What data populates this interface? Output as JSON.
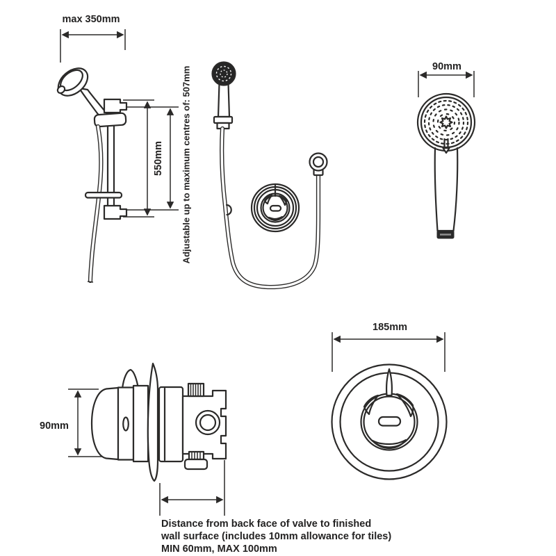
{
  "labels": {
    "rail_max_width": "max 350mm",
    "rail_height": "550mm",
    "rail_adjustable": "Adjustable up to maximum centres of: 507mm",
    "handset_width": "90mm",
    "valve_side_height": "90mm",
    "valve_front_width": "185mm"
  },
  "note": {
    "line1": "Distance from back face of valve to finished",
    "line2": "wall surface (includes 10mm allowance for tiles)",
    "line3": "MIN 60mm, MAX 100mm"
  },
  "colors": {
    "line": "#2b2a29",
    "background": "#ffffff"
  }
}
